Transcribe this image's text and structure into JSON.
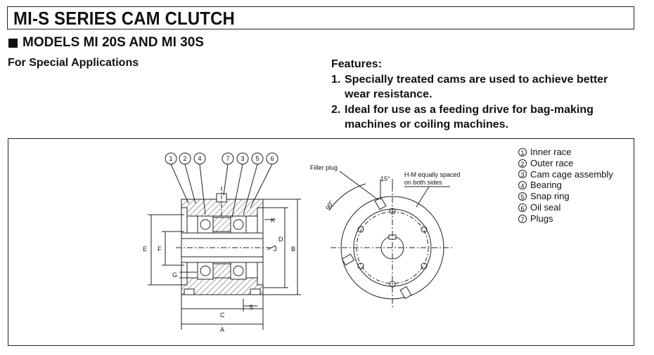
{
  "header": {
    "title": "MI-S SERIES CAM CLUTCH",
    "models": "MODELS MI 20S AND MI 30S",
    "subtitle": "For Special Applications"
  },
  "features": {
    "heading": "Features:",
    "items": [
      {
        "num": "1.",
        "lines": [
          "Specially treated cams are used to achieve better",
          "wear resistance."
        ]
      },
      {
        "num": "2.",
        "lines": [
          "Ideal for use as a feeding drive for bag-making",
          "machines or coiling machines."
        ]
      }
    ]
  },
  "legend": [
    {
      "num": "1",
      "label": "Inner race"
    },
    {
      "num": "2",
      "label": "Outer race"
    },
    {
      "num": "3",
      "label": "Cam cage assembly"
    },
    {
      "num": "4",
      "label": "Bearing"
    },
    {
      "num": "5",
      "label": "Snap ring"
    },
    {
      "num": "6",
      "label": "Oil seal"
    },
    {
      "num": "7",
      "label": "Plugs"
    }
  ],
  "drawing": {
    "callouts": [
      "1",
      "2",
      "4",
      "7",
      "3",
      "5",
      "6"
    ],
    "dims": {
      "A": "A",
      "B": "B",
      "C": "C",
      "D": "D",
      "E": "E",
      "F": "F",
      "G": "G",
      "J": "J",
      "K": "K",
      "S": "S"
    },
    "front": {
      "filler_plug": "Filler plug",
      "angle15": "15°",
      "angle90": "90°",
      "hm1": "H-M equally spaced",
      "hm2": "on both sides"
    }
  }
}
